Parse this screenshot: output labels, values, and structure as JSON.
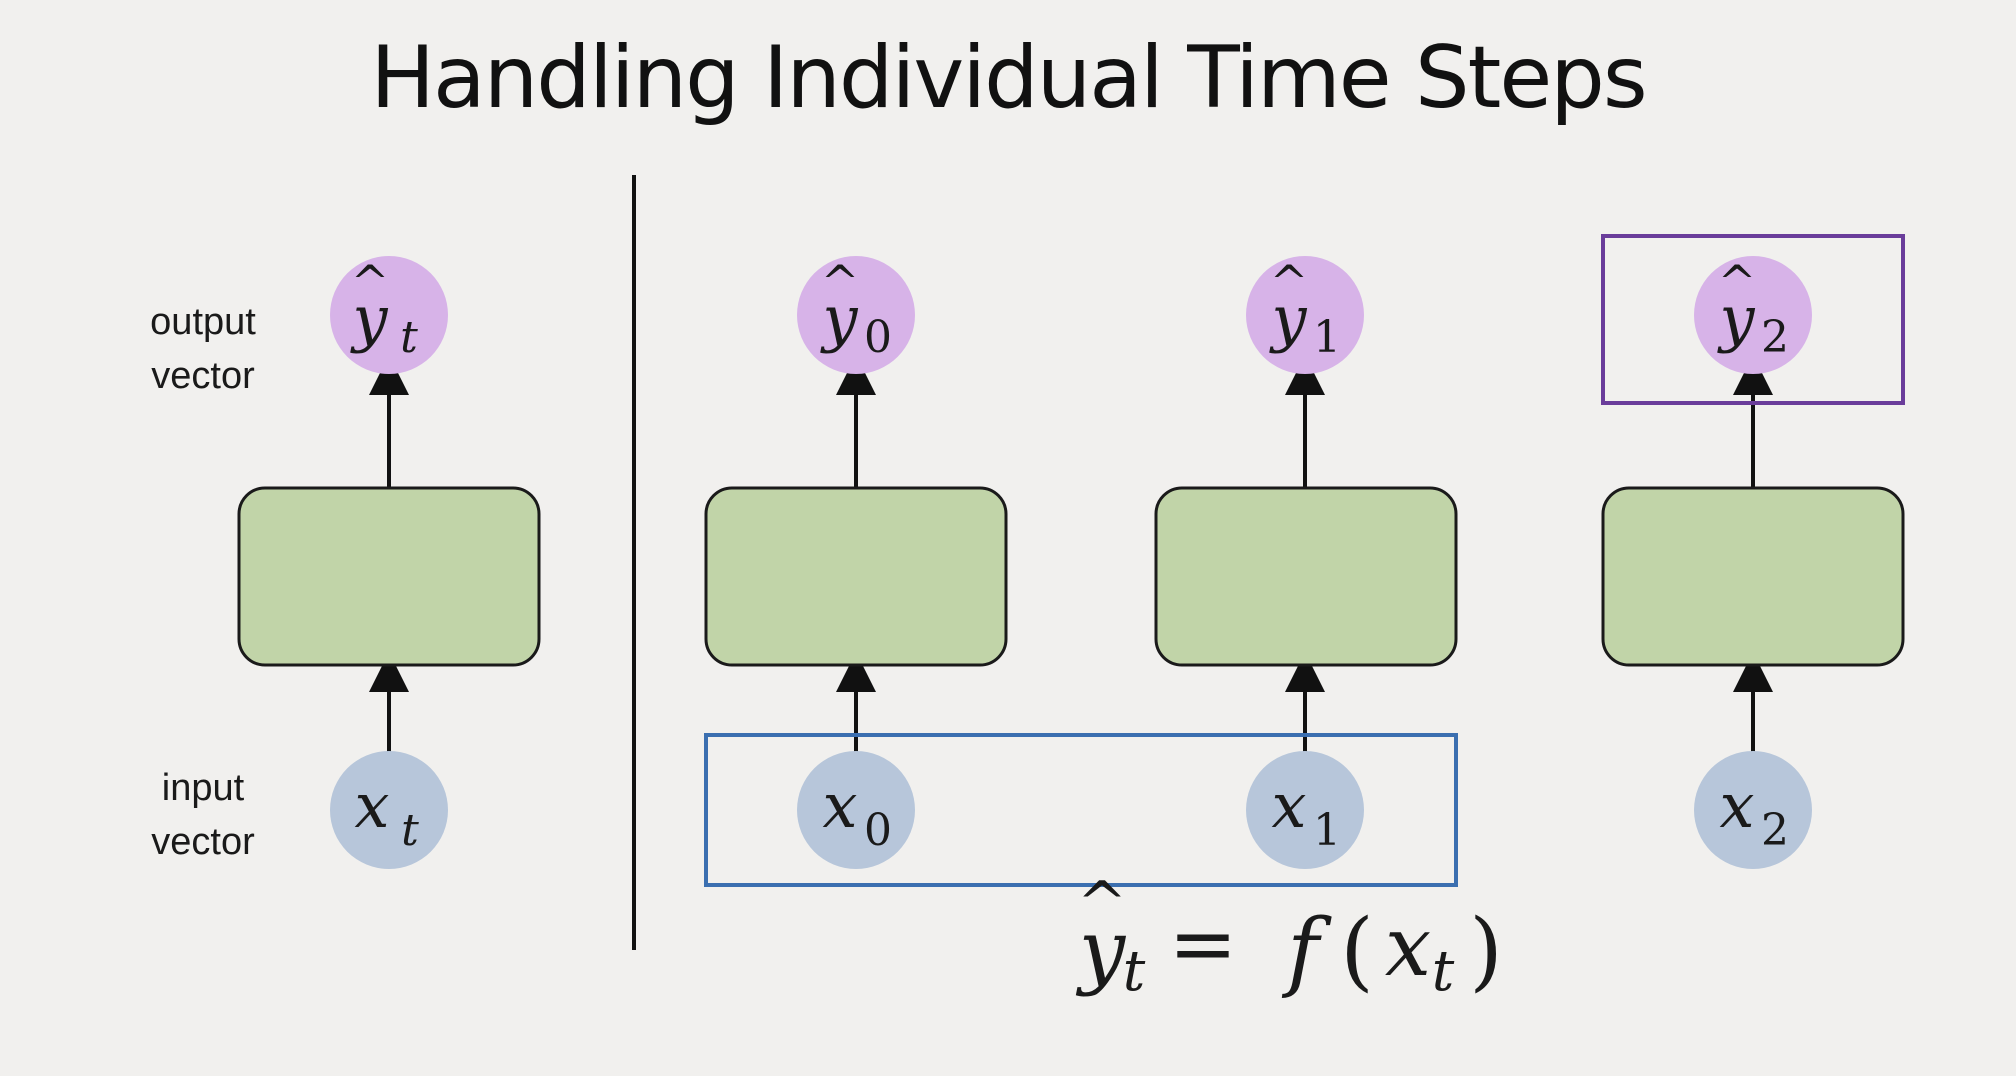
{
  "title": "Handling Individual Time Steps",
  "labels": {
    "output_line1": "output",
    "output_line2": "vector",
    "input_line1": "input",
    "input_line2": "vector"
  },
  "single_cell": {
    "output_base": "y",
    "output_hat": "^",
    "output_sub": "t",
    "input_base": "x",
    "input_sub": "t"
  },
  "steps": [
    {
      "output_base": "y",
      "output_hat": "^",
      "output_sub": "0",
      "input_base": "x",
      "input_sub": "0"
    },
    {
      "output_base": "y",
      "output_hat": "^",
      "output_sub": "1",
      "input_base": "x",
      "input_sub": "1"
    },
    {
      "output_base": "y",
      "output_hat": "^",
      "output_sub": "2",
      "input_base": "x",
      "input_sub": "2"
    }
  ],
  "equation": {
    "lhs_base": "y",
    "lhs_hat": "^",
    "lhs_sub": "t",
    "equals": "=",
    "func": "f",
    "open_paren": "(",
    "arg_base": "x",
    "arg_sub": "t",
    "close_paren": ")"
  },
  "colors": {
    "output_node": "#d7b3e8",
    "input_node": "#b7c6da",
    "cell_fill": "#c1d4a8",
    "input_highlight": "#3b6fb0",
    "output_highlight": "#6a3d9a"
  }
}
